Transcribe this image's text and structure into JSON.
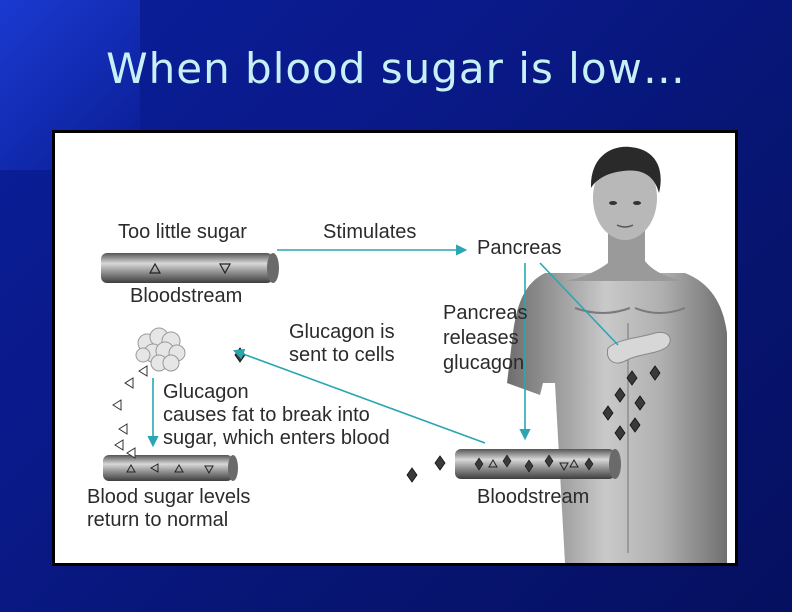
{
  "title": "When blood sugar is low…",
  "diagram": {
    "too_little_sugar": "Too little sugar",
    "stimulates": "Stimulates",
    "pancreas": "Pancreas",
    "bloodstream_top": "Bloodstream",
    "pancreas_releases": "Pancreas\nreleases\nglucagon",
    "glucagon_sent": "Glucagon is\nsent to cells",
    "glucagon_causes": "Glucagon\ncauses fat to break into\nsugar, which enters blood",
    "bloodstream_right": "Bloodstream",
    "blood_sugar_normal": "Blood sugar levels\nreturn to normal"
  },
  "colors": {
    "arrow": "#2aa6b3",
    "title": "#c8f0f7",
    "background": "#0a1a8c"
  }
}
